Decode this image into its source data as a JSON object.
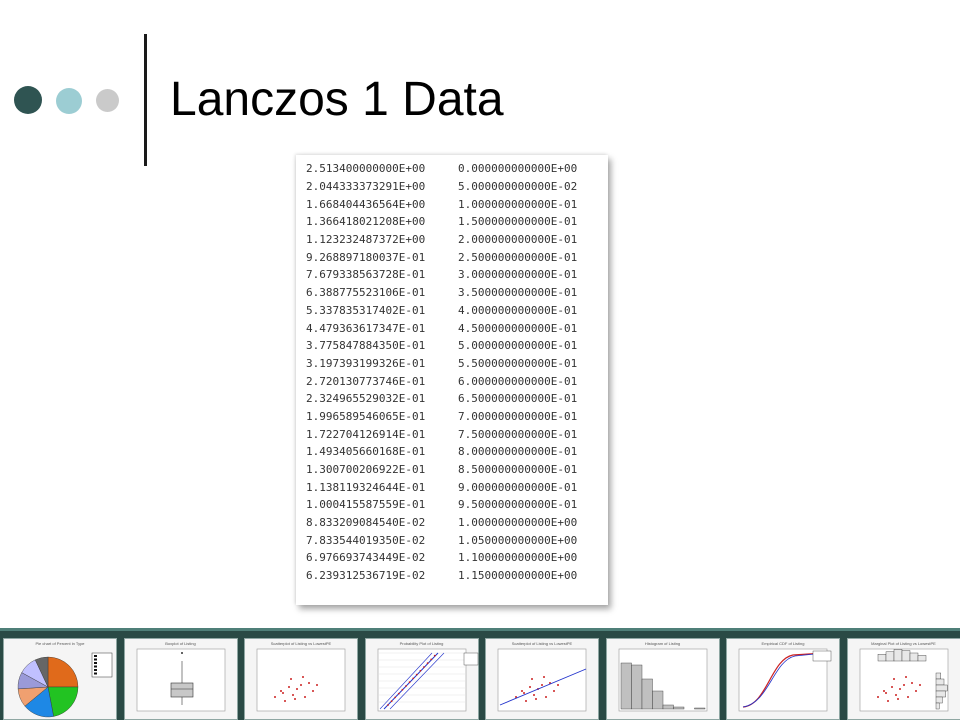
{
  "slide": {
    "title": "Lanczos 1 Data"
  },
  "colors": {
    "dot_dark": "#2f5452",
    "dot_teal": "#9ccdd3",
    "dot_gray": "#cacaca",
    "strip": "#2a4a45"
  },
  "data_table": {
    "rows": [
      [
        "2.513400000000E+00",
        "0.000000000000E+00"
      ],
      [
        "2.044333373291E+00",
        "5.000000000000E-02"
      ],
      [
        "1.668404436564E+00",
        "1.000000000000E-01"
      ],
      [
        "1.366418021208E+00",
        "1.500000000000E-01"
      ],
      [
        "1.123232487372E+00",
        "2.000000000000E-01"
      ],
      [
        "9.268897180037E-01",
        "2.500000000000E-01"
      ],
      [
        "7.679338563728E-01",
        "3.000000000000E-01"
      ],
      [
        "6.388775523106E-01",
        "3.500000000000E-01"
      ],
      [
        "5.337835317402E-01",
        "4.000000000000E-01"
      ],
      [
        "4.479363617347E-01",
        "4.500000000000E-01"
      ],
      [
        "3.775847884350E-01",
        "5.000000000000E-01"
      ],
      [
        "3.197393199326E-01",
        "5.500000000000E-01"
      ],
      [
        "2.720130773746E-01",
        "6.000000000000E-01"
      ],
      [
        "2.324965529032E-01",
        "6.500000000000E-01"
      ],
      [
        "1.996589546065E-01",
        "7.000000000000E-01"
      ],
      [
        "1.722704126914E-01",
        "7.500000000000E-01"
      ],
      [
        "1.493405660168E-01",
        "8.000000000000E-01"
      ],
      [
        "1.300700206922E-01",
        "8.500000000000E-01"
      ],
      [
        "1.138119324644E-01",
        "9.000000000000E-01"
      ],
      [
        "1.000415587559E-01",
        "9.500000000000E-01"
      ],
      [
        "8.833209084540E-02",
        "1.000000000000E+00"
      ],
      [
        "7.833544019350E-02",
        "1.050000000000E+00"
      ],
      [
        "6.976693743449E-02",
        "1.100000000000E+00"
      ],
      [
        "6.239312536719E-02",
        "1.150000000000E+00"
      ]
    ]
  },
  "thumbnails": [
    {
      "kind": "pie",
      "title": "Pie chart of Percent in Type"
    },
    {
      "kind": "boxplot",
      "title": "Boxplot of Listing"
    },
    {
      "kind": "scatter",
      "title": "Scatterplot of Listing vs LowestPE"
    },
    {
      "kind": "probability",
      "title": "Probability Plot of Listing"
    },
    {
      "kind": "scatter-fit",
      "title": "Scatterplot of Listing vs LowestPE"
    },
    {
      "kind": "histogram",
      "title": "Histogram of Listing"
    },
    {
      "kind": "ecdf",
      "title": "Empirical CDF of Listing"
    },
    {
      "kind": "marginal",
      "title": "Marginal Plot of Listing vs LowestPE"
    }
  ]
}
